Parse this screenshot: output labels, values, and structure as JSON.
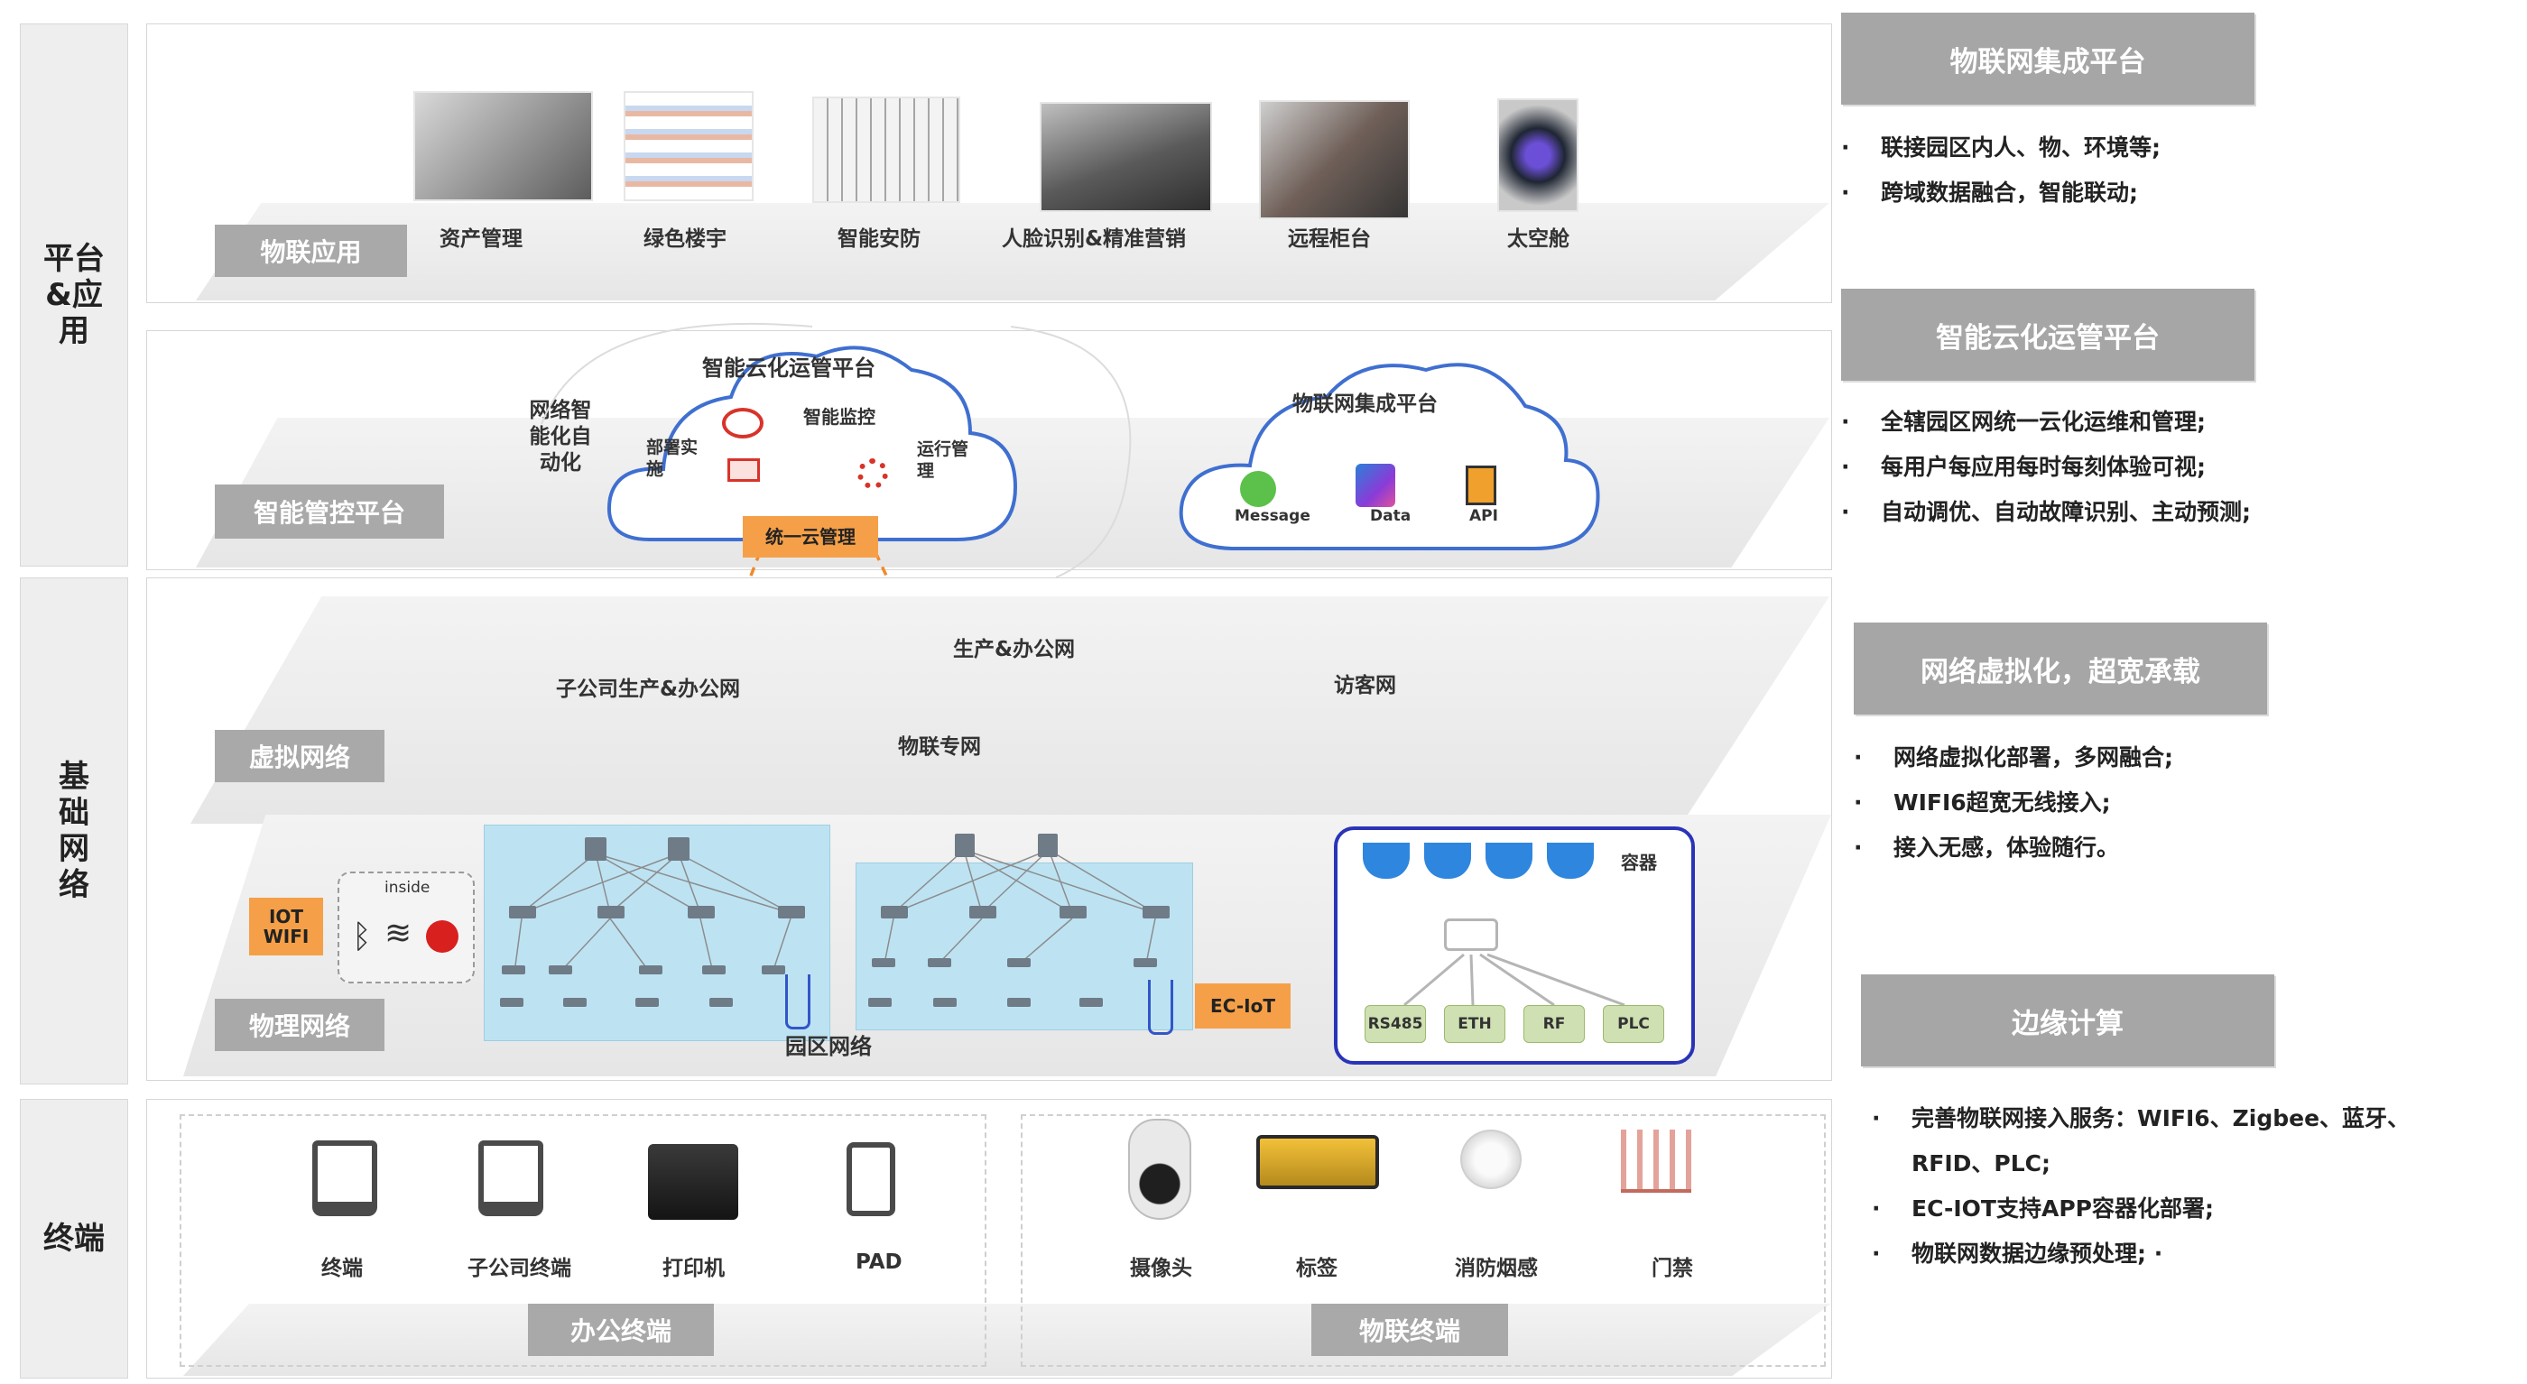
{
  "layers": {
    "platform": "平台&应用",
    "network": "基础网络",
    "terminal": "终端"
  },
  "app_layer": {
    "tag": "物联应用",
    "items": [
      {
        "label": "资产管理"
      },
      {
        "label": "绿色楼宇"
      },
      {
        "label": "智能安防"
      },
      {
        "label": "人脸识别&精准营销"
      },
      {
        "label": "远程柜台"
      },
      {
        "label": "太空舱"
      }
    ]
  },
  "control_layer": {
    "tag": "智能管控平台",
    "left_text": "网络智能化自动化",
    "cloud1": {
      "title": "智能云化运管平台",
      "monitor": "智能监控",
      "deploy": "部署实施",
      "ops": "运行管理",
      "unified": "统一云管理"
    },
    "cloud2": {
      "title": "物联网集成平台",
      "icons": [
        "Message",
        "Data",
        "API"
      ]
    }
  },
  "virtual_layer": {
    "tag": "虚拟网络",
    "clouds": [
      "子公司生产&办公网",
      "生产&办公网",
      "访客网",
      "物联专网"
    ]
  },
  "physical_layer": {
    "tag": "物理网络",
    "iot_wifi": "IOT WIFI",
    "inside": "inside",
    "campus": "园区网络",
    "ec_iot": "EC-IoT",
    "container": "容器",
    "protocols": [
      "RS485",
      "ETH",
      "RF",
      "PLC"
    ]
  },
  "terminal_layer": {
    "office_tag": "办公终端",
    "iot_tag": "物联终端",
    "office": [
      "终端",
      "子公司终端",
      "打印机",
      "PAD"
    ],
    "iot": [
      "摄像头",
      "标签",
      "消防烟感",
      "门禁"
    ]
  },
  "right_panel": [
    {
      "title": "物联网集成平台",
      "bullets": [
        "联接园区内人、物、环境等;",
        "跨域数据融合，智能联动;"
      ]
    },
    {
      "title": "智能云化运管平台",
      "bullets": [
        "全辖园区网统一云化运维和管理;",
        "每用户每应用每时每刻体验可视;",
        "自动调优、自动故障识别、主动预测;"
      ]
    },
    {
      "title": "网络虚拟化，超宽承载",
      "bullets": [
        "网络虚拟化部署，多网融合;",
        "WIFI6超宽无线接入;",
        "接入无感，体验随行。"
      ]
    },
    {
      "title": "边缘计算",
      "bullets": [
        "完善物联网接入服务：WIFI6、Zigbee、蓝牙、",
        "RFID、PLC;",
        "EC-IOT支持APP容器化部署;",
        "物联网数据边缘预处理; ·"
      ]
    }
  ],
  "colors": {
    "tag_gray": "#a9a9a9",
    "orange": "#f5a048",
    "cloud_blue": "#3f6fd0",
    "campus_blue": "#bde3f3",
    "container_border": "#2a34b8"
  }
}
